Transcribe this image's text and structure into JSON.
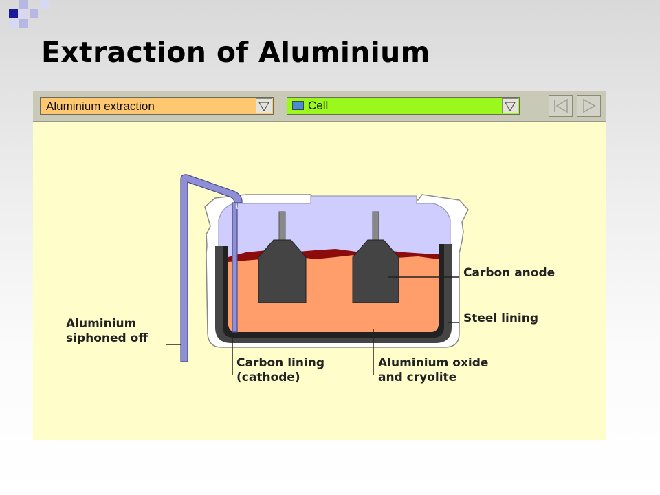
{
  "slide": {
    "title": "Extraction of Aluminium"
  },
  "toolbar": {
    "topic_select": "Aluminium extraction",
    "view_select": "Cell",
    "prev_icon": "skip-back-icon",
    "next_icon": "play-next-icon"
  },
  "labels": {
    "carbon_anode": "Carbon anode",
    "steel_lining": "Steel lining",
    "aluminium_siphoned_line1": "Aluminium",
    "aluminium_siphoned_line2": "siphoned off",
    "carbon_lining_line1": "Carbon lining",
    "carbon_lining_line2": "(cathode)",
    "oxide_line1": "Aluminium oxide",
    "oxide_line2": "and cryolite"
  },
  "colors": {
    "panel_background": "#fffecb",
    "toolbar": "#c9c9b8",
    "topic_select": "#ffc870",
    "view_select": "#9af81c",
    "electrolyte": "#ff9e6a",
    "crust": "#8c0c0c",
    "cell_gas": "#cfcdfd",
    "anode": "#444444",
    "steel": "#454545",
    "siphon_pipe": "#8f8fd6"
  }
}
